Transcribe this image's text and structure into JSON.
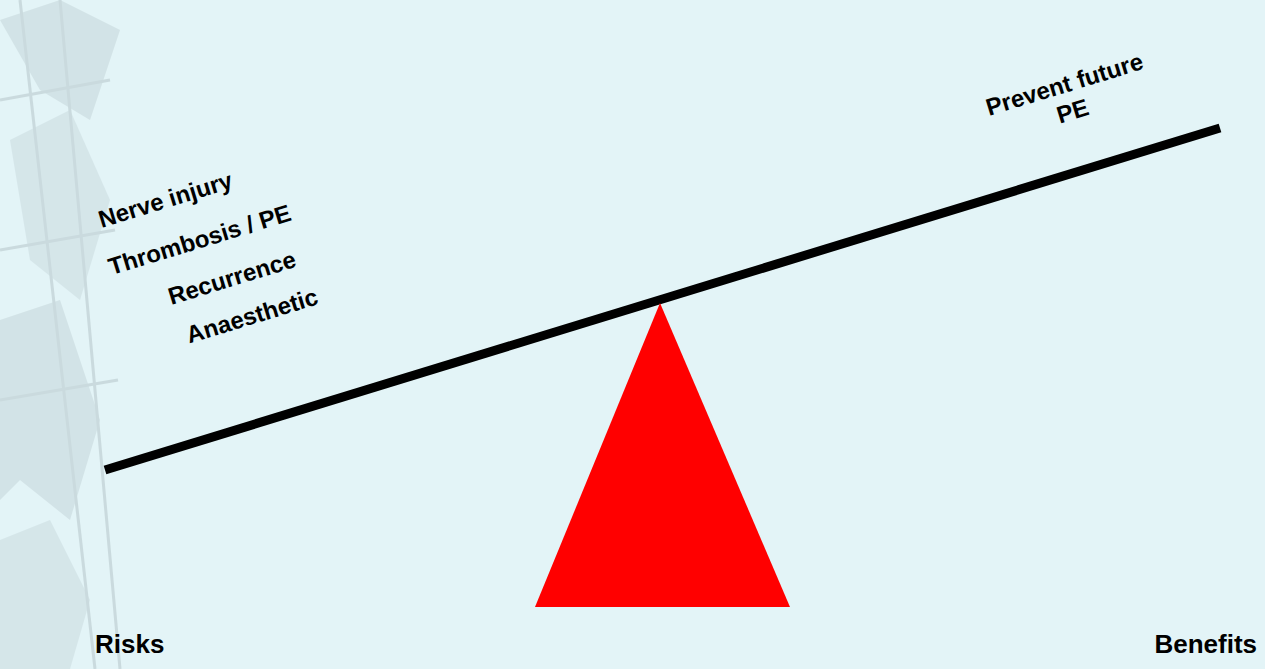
{
  "diagram": {
    "labels": [
      "Nerve injury",
      "Thrombosis / PE",
      "Recurrence",
      "Anaesthetic",
      "Prevent future PE",
      "Risks",
      "Benefits"
    ]
  }
}
